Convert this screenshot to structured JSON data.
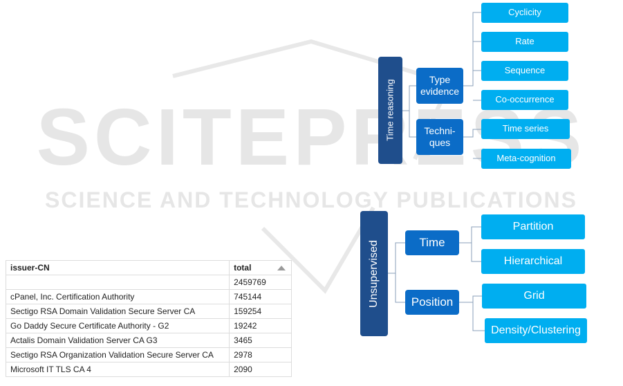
{
  "watermark": {
    "main": "SCITEPRESS",
    "sub": "SCIENCE AND TECHNOLOGY PUBLICATIONS"
  },
  "tree_time_reasoning": {
    "root": "Time reasoning",
    "branches": [
      {
        "label_line1": "Type",
        "label_line2": "evidence",
        "leaves": [
          "Cyclicity",
          "Rate",
          "Sequence",
          "Co-occurrence"
        ]
      },
      {
        "label_line1": "Techni-",
        "label_line2": "ques",
        "leaves": [
          "Time series",
          "Meta-cognition"
        ]
      }
    ]
  },
  "tree_unsupervised": {
    "root": "Unsupervised",
    "branches": [
      {
        "label": "Time",
        "leaves": [
          "Partition",
          "Hierarchical"
        ]
      },
      {
        "label": "Position",
        "leaves": [
          "Grid",
          "Density/Clustering"
        ]
      }
    ]
  },
  "table": {
    "headers": [
      "issuer-CN",
      "total"
    ],
    "rows": [
      [
        "",
        "2459769"
      ],
      [
        "cPanel, Inc. Certification Authority",
        "745144"
      ],
      [
        "Sectigo RSA Domain Validation Secure Server CA",
        "159254"
      ],
      [
        "Go Daddy Secure Certificate Authority - G2",
        "19242"
      ],
      [
        "Actalis Domain Validation Server CA G3",
        "3465"
      ],
      [
        "Sectigo RSA Organization Validation Secure Server CA",
        "2978"
      ],
      [
        "Microsoft IT TLS CA 4",
        "2090"
      ]
    ],
    "sort_icon": "sort-ascending-icon"
  },
  "colors": {
    "root": "#1f4e8c",
    "branch": "#0b6cc7",
    "leaf": "#00aef0",
    "connector": "#8a9fb8",
    "watermark": "#e6e6e6"
  }
}
